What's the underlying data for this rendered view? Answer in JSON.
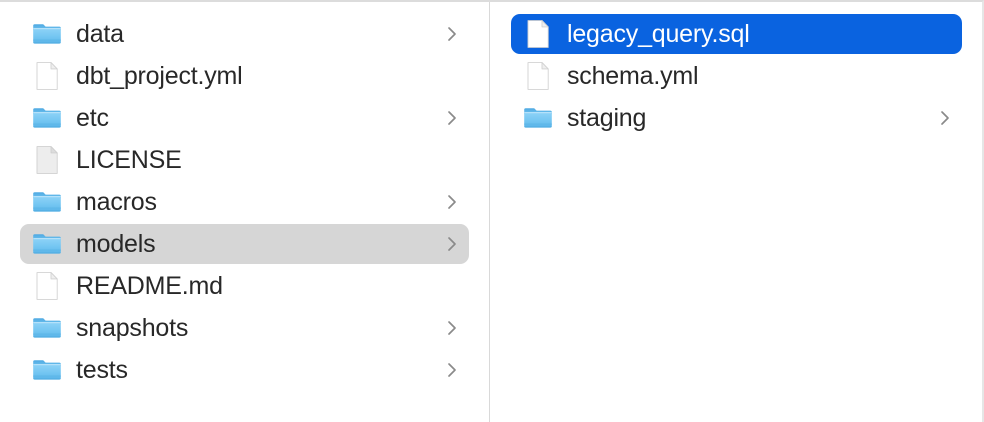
{
  "window": {
    "view_mode": "column",
    "accent_color": "#0a63e0",
    "selection_inactive_color": "#d6d6d6",
    "text_color": "#282828",
    "chevron_color": "#8a8a8a",
    "divider_color": "#d9d9d9"
  },
  "columns": [
    {
      "name": "column-parent",
      "items": [
        {
          "label": "data",
          "kind": "folder",
          "icon": "folder-icon",
          "has_chevron": true,
          "selected": false,
          "selection_style": "none"
        },
        {
          "label": "dbt_project.yml",
          "kind": "file",
          "icon": "document-icon",
          "has_chevron": false,
          "selected": false,
          "selection_style": "none"
        },
        {
          "label": "etc",
          "kind": "folder",
          "icon": "folder-icon",
          "has_chevron": true,
          "selected": false,
          "selection_style": "none"
        },
        {
          "label": "LICENSE",
          "kind": "file",
          "icon": "document-plain-icon",
          "has_chevron": false,
          "selected": false,
          "selection_style": "none"
        },
        {
          "label": "macros",
          "kind": "folder",
          "icon": "folder-icon",
          "has_chevron": true,
          "selected": false,
          "selection_style": "none"
        },
        {
          "label": "models",
          "kind": "folder",
          "icon": "folder-icon",
          "has_chevron": true,
          "selected": true,
          "selection_style": "gray"
        },
        {
          "label": "README.md",
          "kind": "file",
          "icon": "document-icon",
          "has_chevron": false,
          "selected": false,
          "selection_style": "none"
        },
        {
          "label": "snapshots",
          "kind": "folder",
          "icon": "folder-icon",
          "has_chevron": true,
          "selected": false,
          "selection_style": "none"
        },
        {
          "label": "tests",
          "kind": "folder",
          "icon": "folder-icon",
          "has_chevron": true,
          "selected": false,
          "selection_style": "none"
        }
      ]
    },
    {
      "name": "column-child",
      "items": [
        {
          "label": "legacy_query.sql",
          "kind": "file",
          "icon": "document-icon",
          "has_chevron": false,
          "selected": true,
          "selection_style": "blue"
        },
        {
          "label": "schema.yml",
          "kind": "file",
          "icon": "document-icon",
          "has_chevron": false,
          "selected": false,
          "selection_style": "none"
        },
        {
          "label": "staging",
          "kind": "folder",
          "icon": "folder-icon",
          "has_chevron": true,
          "selected": false,
          "selection_style": "none"
        }
      ]
    }
  ]
}
